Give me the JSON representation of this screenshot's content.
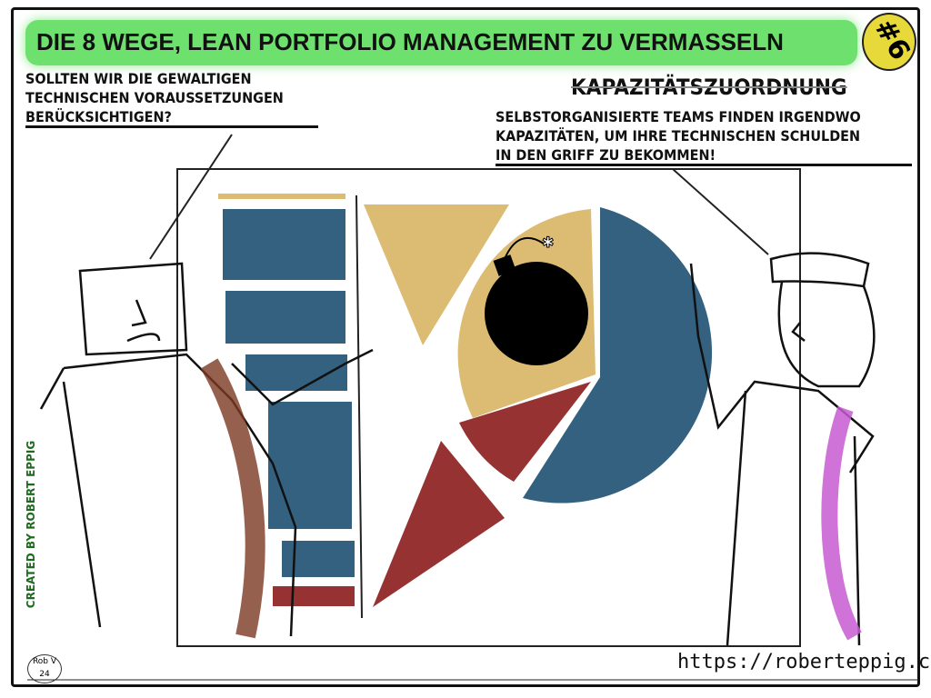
{
  "title": "DIE 8 WEGE, LEAN PORTFOLIO MANAGEMENT ZU VERMASSELN",
  "badge": "#6",
  "left_speech": [
    "SOLLTEN WIR DIE GEWALTIGEN",
    "TECHNISCHEN VORAUSSETZUNGEN",
    "BERÜCKSICHTIGEN?"
  ],
  "right_heading": "KAPAZITÄTSZUORDNUNG",
  "right_speech": [
    "SELBSTORGANISIERTE TEAMS FINDEN IRGENDWO",
    "KAPAZITÄTEN, UM IHRE TECHNISCHEN SCHULDEN",
    "IN DEN GRIFF ZU BEKOMMEN!"
  ],
  "credit": "CREATED BY ROBERT EPPIG",
  "signature": "Rob V 24",
  "url": "https://roberteppig.com",
  "colors": {
    "blue": "#33617f",
    "gold": "#dcbb72",
    "red": "#963232",
    "green": "#6ee06e",
    "magenta": "#c85ad2"
  }
}
